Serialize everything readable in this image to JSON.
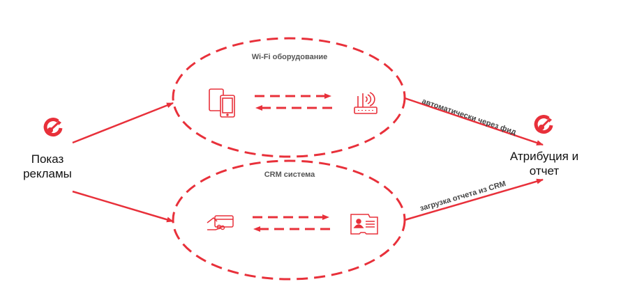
{
  "colors": {
    "accent": "#e8303a",
    "text": "#111111",
    "label": "#555555"
  },
  "nodes": {
    "source": {
      "label_line1": "Показ",
      "label_line2": "рекламы",
      "icon": "target-icon"
    },
    "target": {
      "label_line1": "Атрибуция и",
      "label_line2": "отчет",
      "icon": "target-icon"
    }
  },
  "groups": {
    "wifi": {
      "title": "Wi-Fi оборудование",
      "left_icon": "tablets-icon",
      "right_icon": "router-icon"
    },
    "crm": {
      "title": "CRM система",
      "left_icon": "card-hand-icon",
      "right_icon": "id-card-icon"
    }
  },
  "edges": {
    "wifi_to_target": "автоматически через фид",
    "crm_to_target": "загрузка отчета из CRM"
  }
}
